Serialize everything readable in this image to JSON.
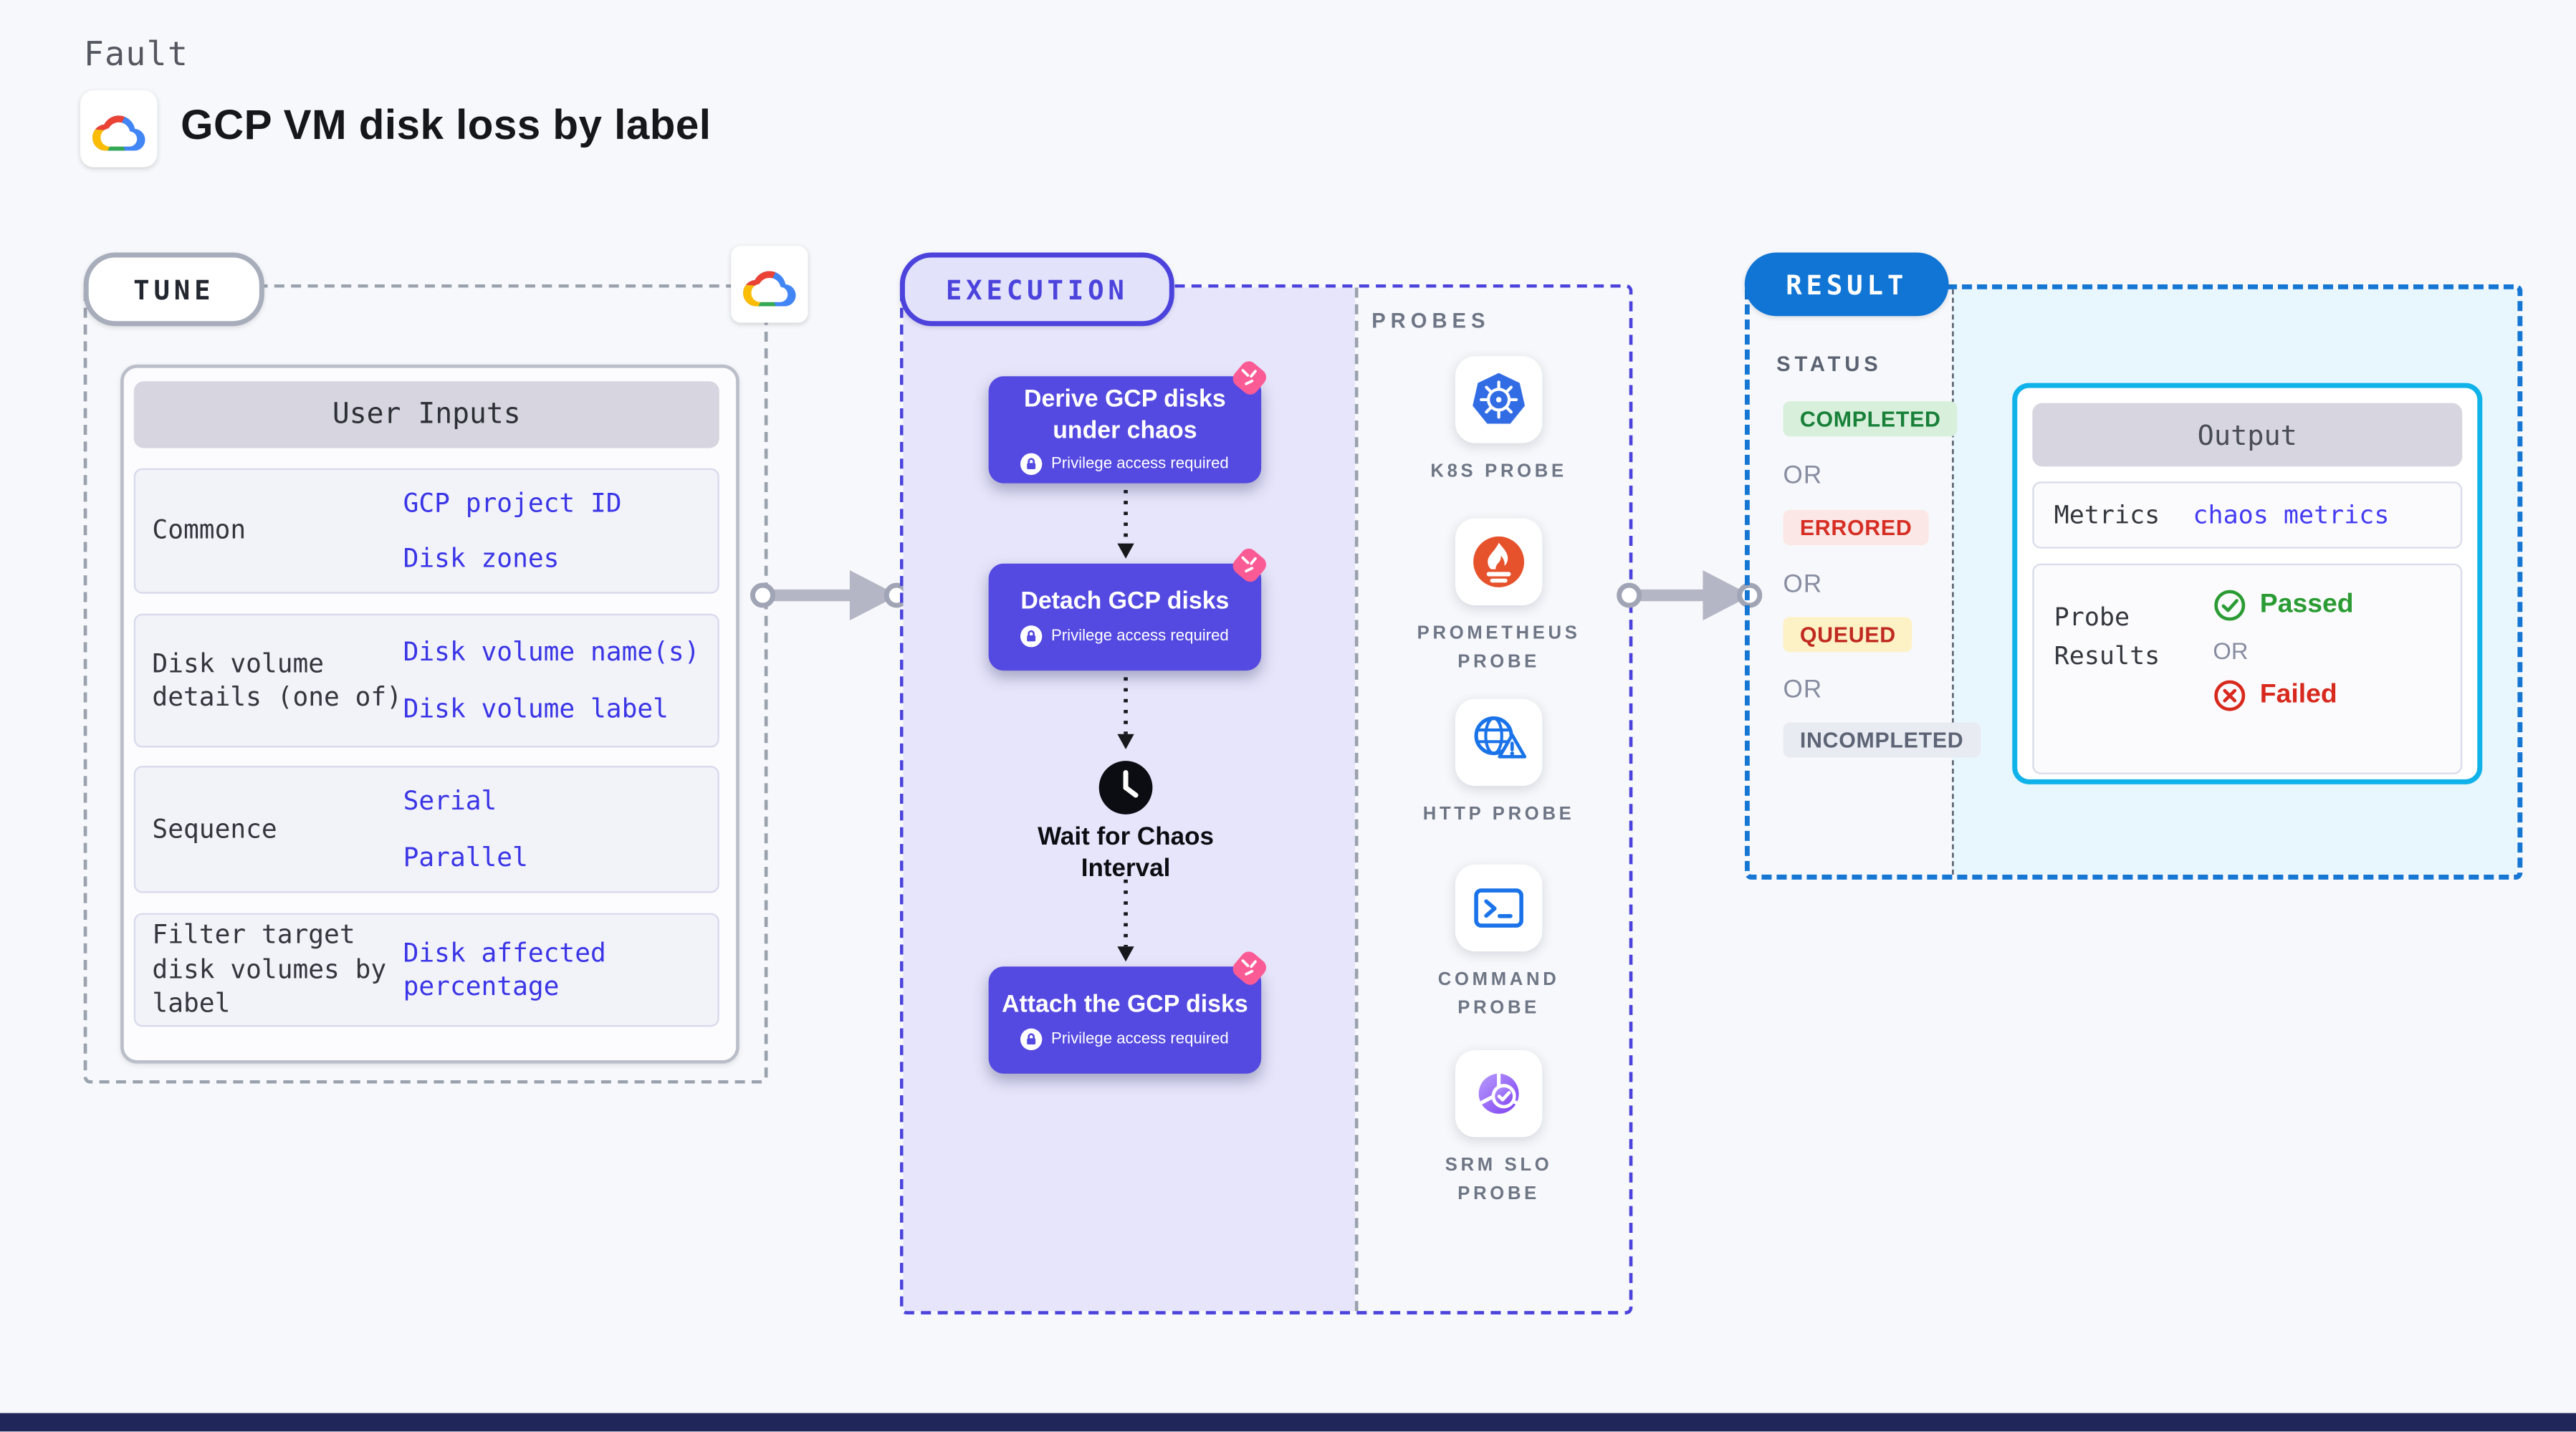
{
  "page": {
    "kicker": "Fault",
    "title": "GCP VM disk loss by label"
  },
  "tune": {
    "pill": "TUNE",
    "table_header": "User Inputs",
    "rows": [
      {
        "label": "Common",
        "values": [
          "GCP project ID",
          "Disk zones"
        ]
      },
      {
        "label": "Disk volume details (one of)",
        "values": [
          "Disk volume name(s)",
          "Disk volume label"
        ]
      },
      {
        "label": "Sequence",
        "values": [
          "Serial",
          "Parallel"
        ]
      },
      {
        "label": "Filter target disk volumes by label",
        "values": [
          "Disk affected percentage"
        ]
      }
    ]
  },
  "execution": {
    "pill": "EXECUTION",
    "steps": [
      {
        "title": "Derive GCP disks under chaos",
        "badge": "Privilege access required"
      },
      {
        "title": "Detach GCP disks",
        "badge": "Privilege access required"
      },
      {
        "title": "Attach the GCP disks",
        "badge": "Privilege access required"
      }
    ],
    "wait_label": "Wait for Chaos Interval"
  },
  "probes": {
    "heading": "PROBES",
    "items": [
      {
        "label": "K8S PROBE",
        "icon": "kubernetes-icon"
      },
      {
        "label": "PROMETHEUS PROBE",
        "icon": "prometheus-icon"
      },
      {
        "label": "HTTP PROBE",
        "icon": "http-globe-icon"
      },
      {
        "label": "COMMAND PROBE",
        "icon": "terminal-icon"
      },
      {
        "label": "SRM SLO PROBE",
        "icon": "srm-slo-icon"
      }
    ]
  },
  "result": {
    "pill": "RESULT",
    "status_heading": "STATUS",
    "or_label": "OR",
    "statuses": [
      {
        "label": "COMPLETED",
        "text_color": "#188038",
        "bg_color": "#d8efdb"
      },
      {
        "label": "ERRORED",
        "text_color": "#d62e24",
        "bg_color": "#fbe7e5"
      },
      {
        "label": "QUEUED",
        "text_color": "#c02a20",
        "bg_color": "#fdf1c6"
      },
      {
        "label": "INCOMPLETED",
        "text_color": "#5d6476",
        "bg_color": "#e9ebf2"
      }
    ],
    "output": {
      "header": "Output",
      "metrics_label": "Metrics",
      "metrics_value": "chaos metrics",
      "probe_results_label": "Probe Results",
      "passed_label": "Passed",
      "failed_label": "Failed"
    }
  },
  "colors": {
    "accent_indigo": "#4b43dc",
    "step_box": "#5449e0",
    "result_blue": "#1175d5",
    "output_border": "#10b2ea",
    "value_link": "#3a35e6",
    "passed_green": "#2b9b33",
    "failed_red": "#d8291d",
    "chaos_pink": "#fb5b95"
  }
}
